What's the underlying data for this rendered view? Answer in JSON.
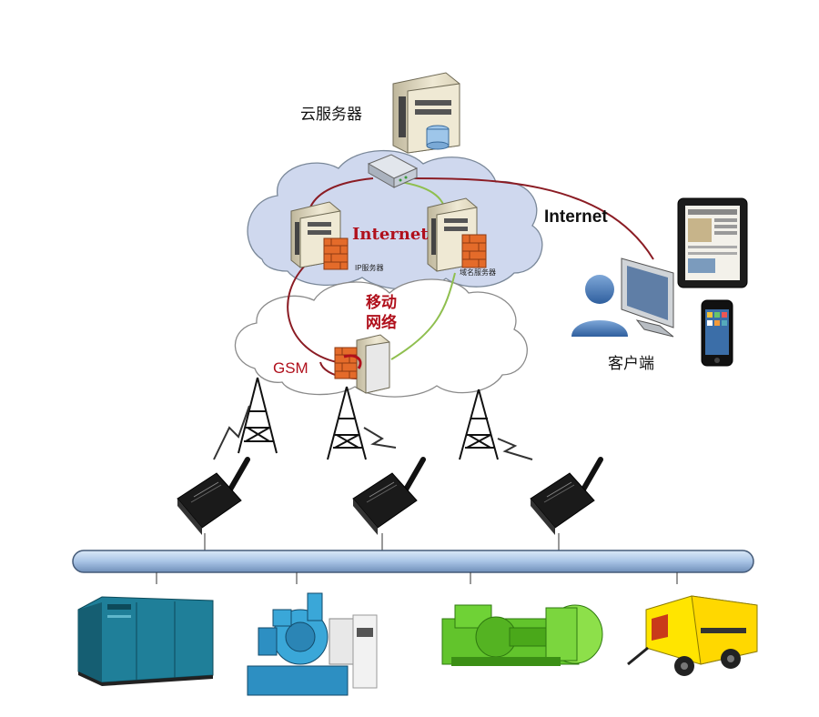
{
  "labels": {
    "cloud_server": "云服务器",
    "internet_cloud": "Internet",
    "internet_client": "Internet",
    "ip_server": "IP服务器",
    "dns_server": "域名服务器",
    "mobile_line1": "移动",
    "mobile_line2": "网络",
    "gsm": "GSM",
    "client": "客户端"
  },
  "icons": {
    "cloud_server": "server-tower-icon",
    "router": "router-icon",
    "ip_server": "server-firewall-icon",
    "dns_server": "server-firewall-icon",
    "gsm_gateway": "server-firewall-icon",
    "client_user": "user-icon",
    "client_monitor": "monitor-icon",
    "client_tablet": "tablet-icon",
    "client_phone": "smartphone-icon",
    "towers": "cell-tower-icon",
    "modems": "gsm-modem-icon",
    "bus": "bus-pipe",
    "machines": [
      "screw-air-compressor",
      "centrifugal-compressor",
      "green-industrial-compressor",
      "portable-diesel-compressor"
    ]
  },
  "colors": {
    "cloud_fill": "#cfd8ee",
    "cloud_stroke": "#7a8899",
    "link_red": "#8b1c24",
    "link_green": "#8fbf4f",
    "label_red": "#b0101c",
    "bus_fill": "#a9c4e6",
    "machine_teal": "#1f7f99",
    "machine_blue": "#2d8fc2",
    "machine_green": "#62c42c",
    "machine_yellow": "#ffe500"
  }
}
